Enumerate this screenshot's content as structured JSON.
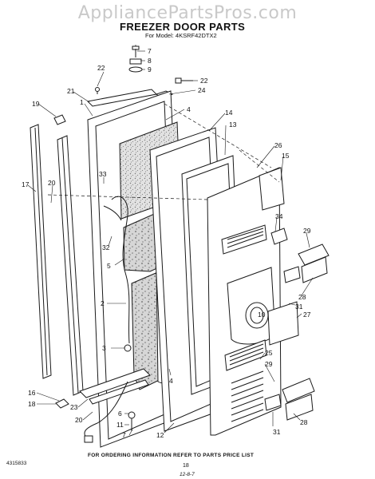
{
  "watermark": "AppliancePartsPros.com",
  "title": "FREEZER DOOR PARTS",
  "model_line": "For Model: 4KSRF42DTX2",
  "callouts": [
    "7",
    "8",
    "9",
    "22",
    "22",
    "24",
    "21",
    "1",
    "4",
    "19",
    "14",
    "13",
    "26",
    "15",
    "33",
    "17",
    "20",
    "34",
    "29",
    "32",
    "5",
    "28",
    "31",
    "2",
    "10",
    "27",
    "3",
    "25",
    "29",
    "4",
    "16",
    "23",
    "18",
    "20",
    "6",
    "11",
    "7",
    "12",
    "28",
    "31"
  ],
  "footer": {
    "ordering_text": "FOR ORDERING INFORMATION REFER TO PARTS PRICE LIST",
    "doc_number": "4315833",
    "page_number": "18",
    "page_code": "12-8-7"
  },
  "colors": {
    "line": "#1a1a1a",
    "insulation": "#cfcfcf",
    "watermark": "#c9c9c9"
  }
}
